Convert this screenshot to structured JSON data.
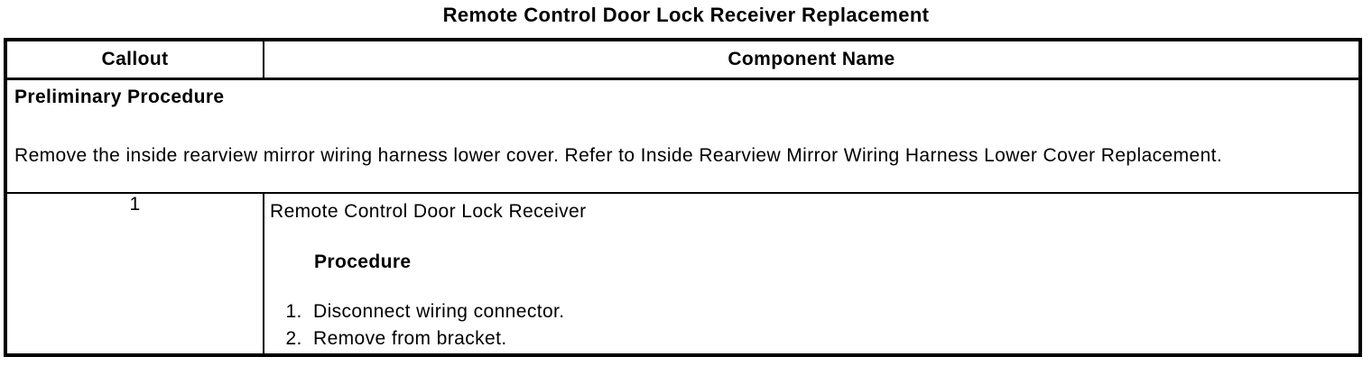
{
  "page": {
    "title": "Remote Control Door Lock Receiver Replacement"
  },
  "table": {
    "header": {
      "callout": "Callout",
      "component_name": "Component Name"
    },
    "preliminary": {
      "heading": "Preliminary Procedure",
      "body": "Remove the inside rearview mirror wiring harness lower cover. Refer to Inside Rearview Mirror Wiring Harness Lower Cover Replacement."
    },
    "rows": [
      {
        "callout": "1",
        "component": "Remote Control Door Lock Receiver",
        "procedure_heading": "Procedure",
        "steps": [
          "Disconnect wiring connector.",
          "Remove from bracket."
        ]
      }
    ]
  },
  "colors": {
    "text": "#000000",
    "border": "#000000",
    "background": "#ffffff"
  }
}
